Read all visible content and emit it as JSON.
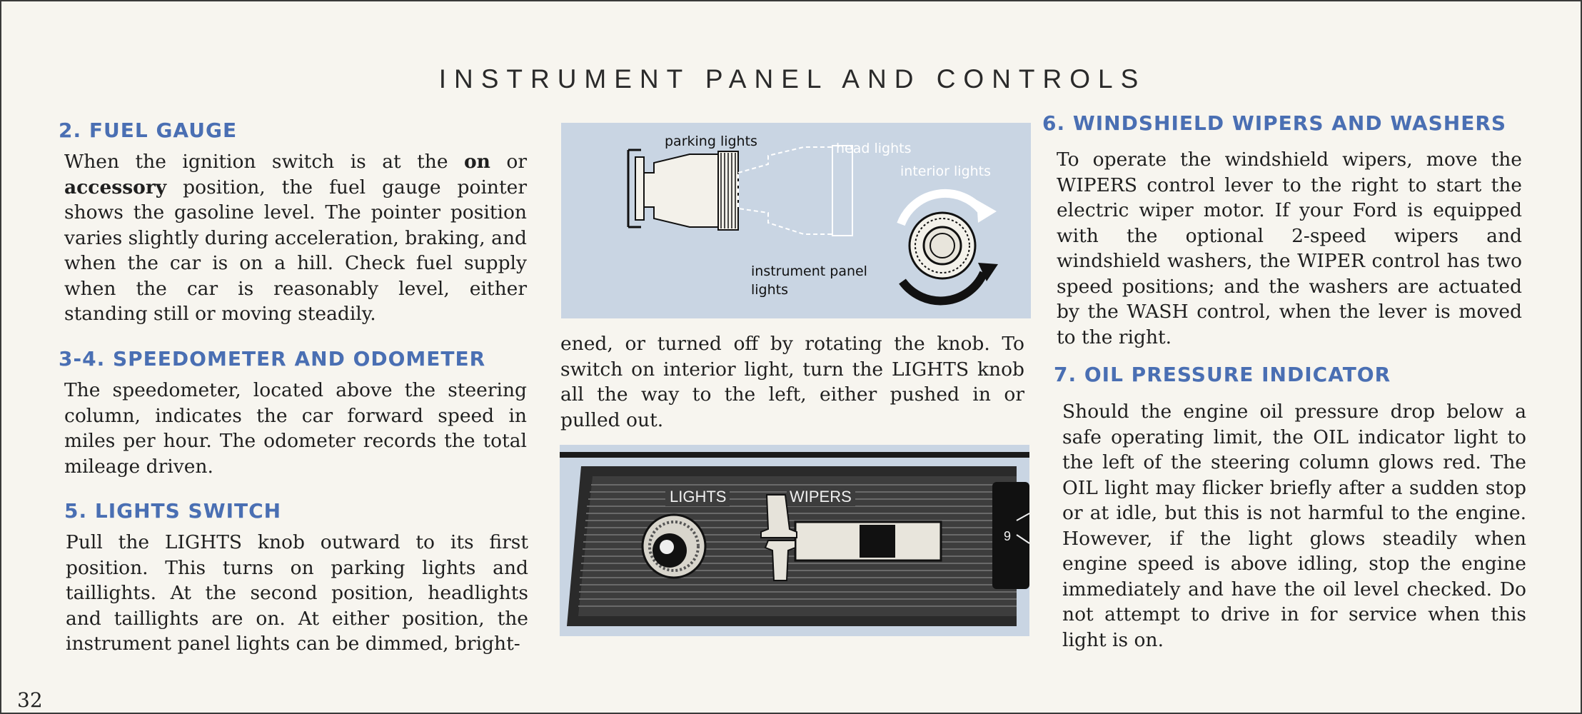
{
  "page_title": "INSTRUMENT PANEL AND CONTROLS",
  "page_number": "32",
  "sections": {
    "fuel": {
      "heading": "2.  FUEL GAUGE",
      "p1": "When the ignition switch is at the ",
      "b1": "on",
      "p2": " or ",
      "b2": "accessory",
      "p3": " position, the fuel gauge pointer shows the gasoline level. The pointer position varies slightly during acceleration, braking, and when the car is on a hill. Check fuel supply when the car is reasonably level, either standing still or moving steadily."
    },
    "speedo": {
      "heading": "3-4.  SPEEDOMETER AND ODOMETER",
      "text": "The speedometer, located above the steering column, indicates the car forward speed in miles per hour. The odometer records the total mileage driven."
    },
    "lights": {
      "heading": "5.  LIGHTS SWITCH",
      "text": "Pull the LIGHTS knob outward to its first position. This turns on parking lights and taillights. At the second position, headlights and taillights are on. At either position, the instrument panel lights can be dimmed, bright-",
      "continued": "ened, or turned off by rotating the knob. To switch on interior light, turn the LIGHTS knob all the way to the left, either pushed in or pulled out."
    },
    "wipers": {
      "heading": "6.  WINDSHIELD WIPERS AND WASHERS",
      "text": "To operate the windshield wipers, move the WIPERS control lever to the right to start the electric wiper motor. If your Ford is equipped with the optional 2-speed wipers and windshield washers, the WIPER control has two speed positions; and the washers are actuated by the WASH control, when the lever is moved to the right."
    },
    "oil": {
      "heading": "7.  OIL PRESSURE INDICATOR",
      "text": "Should the engine oil pressure drop below a safe operating limit, the OIL indicator light to the left of the steering column glows red. The OIL light may flicker briefly after a sudden stop or at idle, but this is not harmful to the engine. However, if the light glows steadily when engine speed is above idling, stop the engine immediately and have the oil level checked. Do not attempt to drive in for service when this light is on."
    }
  },
  "diagram_top": {
    "label_parking": "parking lights",
    "label_head": "head lights",
    "label_interior": "interior lights",
    "label_panel_1": "instrument panel",
    "label_panel_2": "lights"
  },
  "diagram_bottom": {
    "label_lights": "LIGHTS",
    "label_wipers": "WIPERS",
    "gauge_digit": "9"
  },
  "colors": {
    "heading": "#4a6fb3",
    "diagram_bg": "#c9d5e3"
  }
}
